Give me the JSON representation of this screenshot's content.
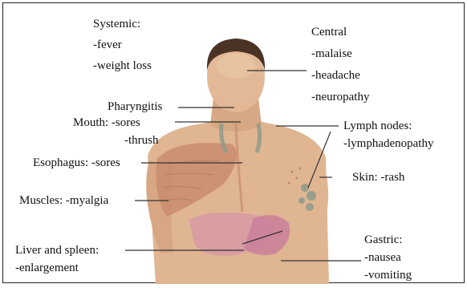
{
  "diagram": {
    "labels": {
      "systemic": {
        "title": "Systemic:",
        "items": [
          "-fever",
          "-weight loss"
        ]
      },
      "central": {
        "title": "Central",
        "items": [
          "-malaise",
          "-headache",
          "-neuropathy"
        ]
      },
      "pharyngitis": {
        "text": "Pharyngitis"
      },
      "mouth": {
        "title": "Mouth: -sores",
        "items": [
          "-thrush"
        ]
      },
      "lymph": {
        "title": "Lymph nodes:",
        "items": [
          "-lymphadenopathy"
        ]
      },
      "esophagus": {
        "text": "Esophagus: -sores"
      },
      "skin": {
        "text": "Skin: -rash"
      },
      "muscles": {
        "text": "Muscles: -myalgia"
      },
      "liver": {
        "title": "Liver and spleen:",
        "items": [
          "-enlargement"
        ]
      },
      "gastric": {
        "title": "Gastric:",
        "items": [
          "-nausea",
          "-vomiting"
        ]
      }
    },
    "colors": {
      "skin": "#e0b592",
      "skin_shadow": "#c4926e",
      "hair": "#4a3324",
      "muscle": "#c98c6e",
      "organ": "#d69aa3",
      "stomach": "#c97c9b",
      "lymph": "#8c9a8a",
      "leader_line": "#333333"
    }
  }
}
